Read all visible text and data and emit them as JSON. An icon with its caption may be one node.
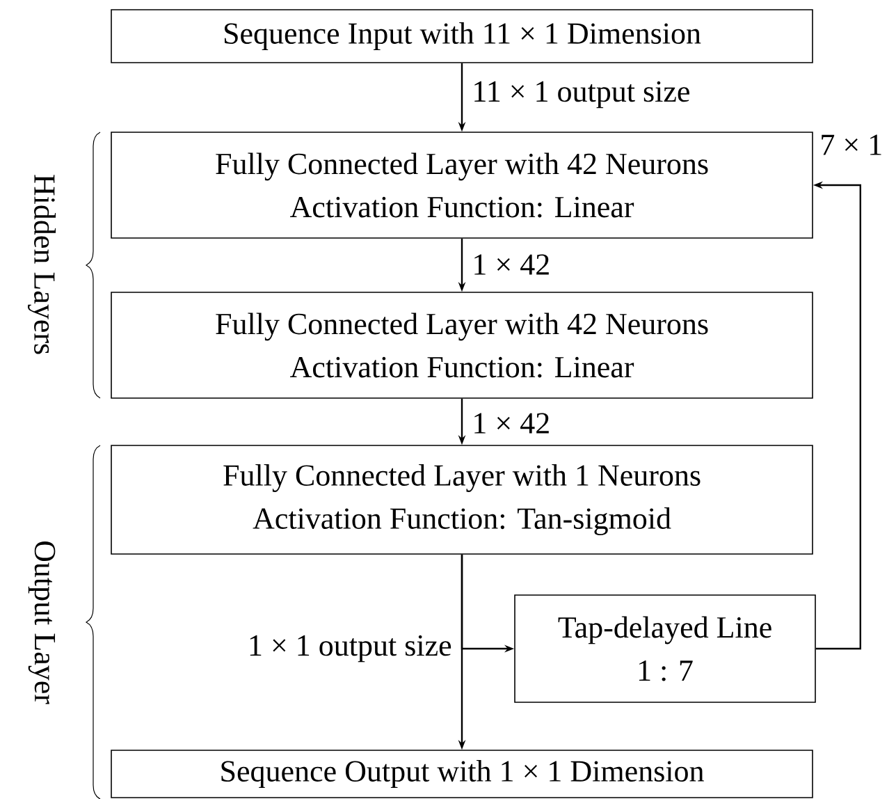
{
  "diagram": {
    "nodes": [
      {
        "text": [
          "Sequence Input with 11 × 1 Dimension"
        ]
      },
      {
        "text": [
          "Fully Connected Layer with 42 Neurons",
          "Activation Function: Linear"
        ]
      },
      {
        "text": [
          "Fully Connected Layer with 42 Neurons",
          "Activation Function: Linear"
        ]
      },
      {
        "text": [
          "Fully Connected Layer with 1 Neurons",
          "Activation Function: Tan-sigmoid"
        ]
      },
      {
        "text": [
          "Tap-delayed Line",
          "1 : 7"
        ]
      },
      {
        "text": [
          "Sequence Output with 1 × 1 Dimension"
        ]
      }
    ],
    "edges": [
      {
        "from": 0,
        "to": 1,
        "arrow": "to",
        "label": "11 × 1 output size"
      },
      {
        "from": 1,
        "to": 2,
        "arrow": "to",
        "label": "1 × 42"
      },
      {
        "from": 2,
        "to": 3,
        "arrow": "to",
        "label": "1 × 42"
      },
      {
        "from": 3,
        "to": 5,
        "arrow": "to"
      },
      {
        "from": 3,
        "to": 4,
        "arrow": "to",
        "label": "1 × 1 output size"
      },
      {
        "from": 4,
        "to": 1,
        "arrow": "to",
        "label": "7 × 1"
      }
    ],
    "labels": [
      "Hidden Layers",
      "Output Layer"
    ]
  }
}
